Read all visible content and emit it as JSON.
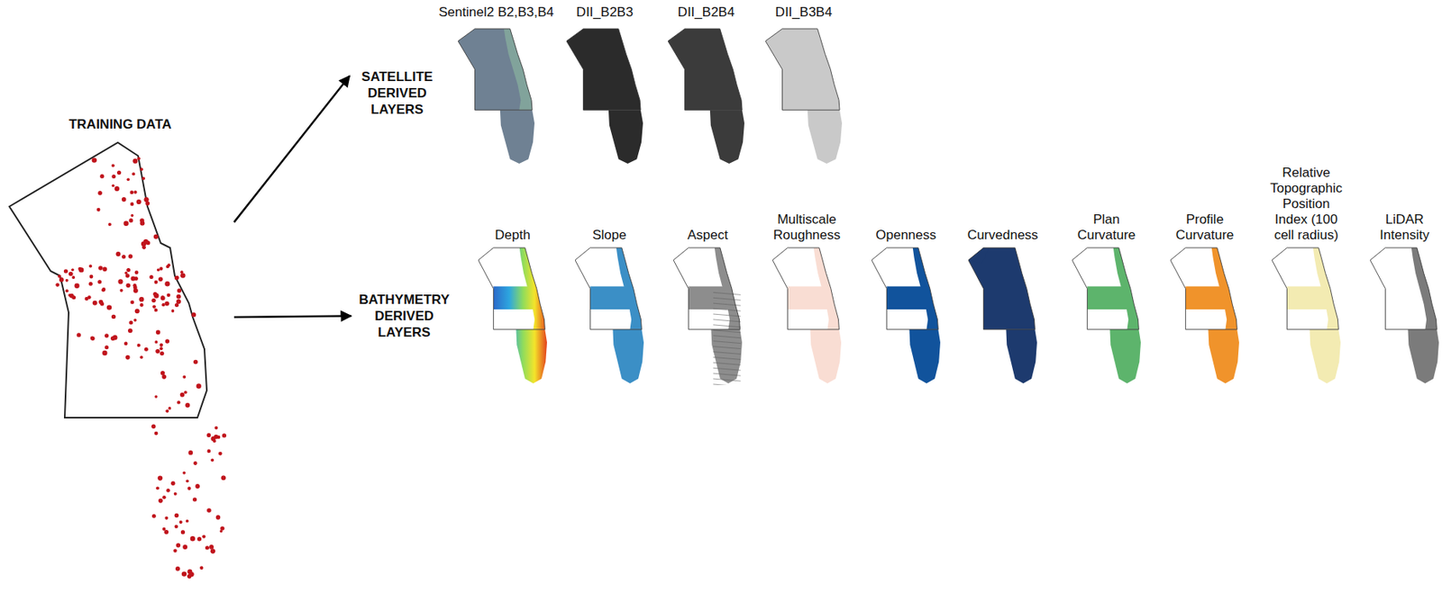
{
  "diagram": {
    "nodes": [
      {
        "text": [
          "TRAINING DATA"
        ]
      },
      {
        "text": [
          "SATELLITE DERIVED LAYERS"
        ]
      },
      {
        "text": [
          "Sentinel2 B2,B3,B4"
        ]
      },
      {
        "text": [
          "DII_B2B3"
        ]
      },
      {
        "text": [
          "DII_B2B4"
        ]
      },
      {
        "text": [
          "DII_B3B4"
        ]
      },
      {
        "text": [
          "BATHYMETRY DERIVED LAYERS"
        ]
      },
      {
        "text": [
          "Depth"
        ]
      },
      {
        "text": [
          "Slope"
        ]
      },
      {
        "text": [
          "Aspect"
        ]
      },
      {
        "text": [
          "Multiscale Roughness"
        ]
      },
      {
        "text": [
          "Openness"
        ]
      },
      {
        "text": [
          "Curvedness"
        ]
      },
      {
        "text": [
          "Plan Curvature"
        ]
      },
      {
        "text": [
          "Profile Curvature"
        ]
      },
      {
        "text": [
          "Relative Topographic Position Index (100 cell radius)"
        ]
      },
      {
        "text": [
          "LiDAR Intensity"
        ]
      }
    ],
    "edges": [
      {
        "from": 0,
        "to": 1,
        "arrow": "to"
      },
      {
        "from": 0,
        "to": 6,
        "arrow": "to"
      }
    ]
  }
}
